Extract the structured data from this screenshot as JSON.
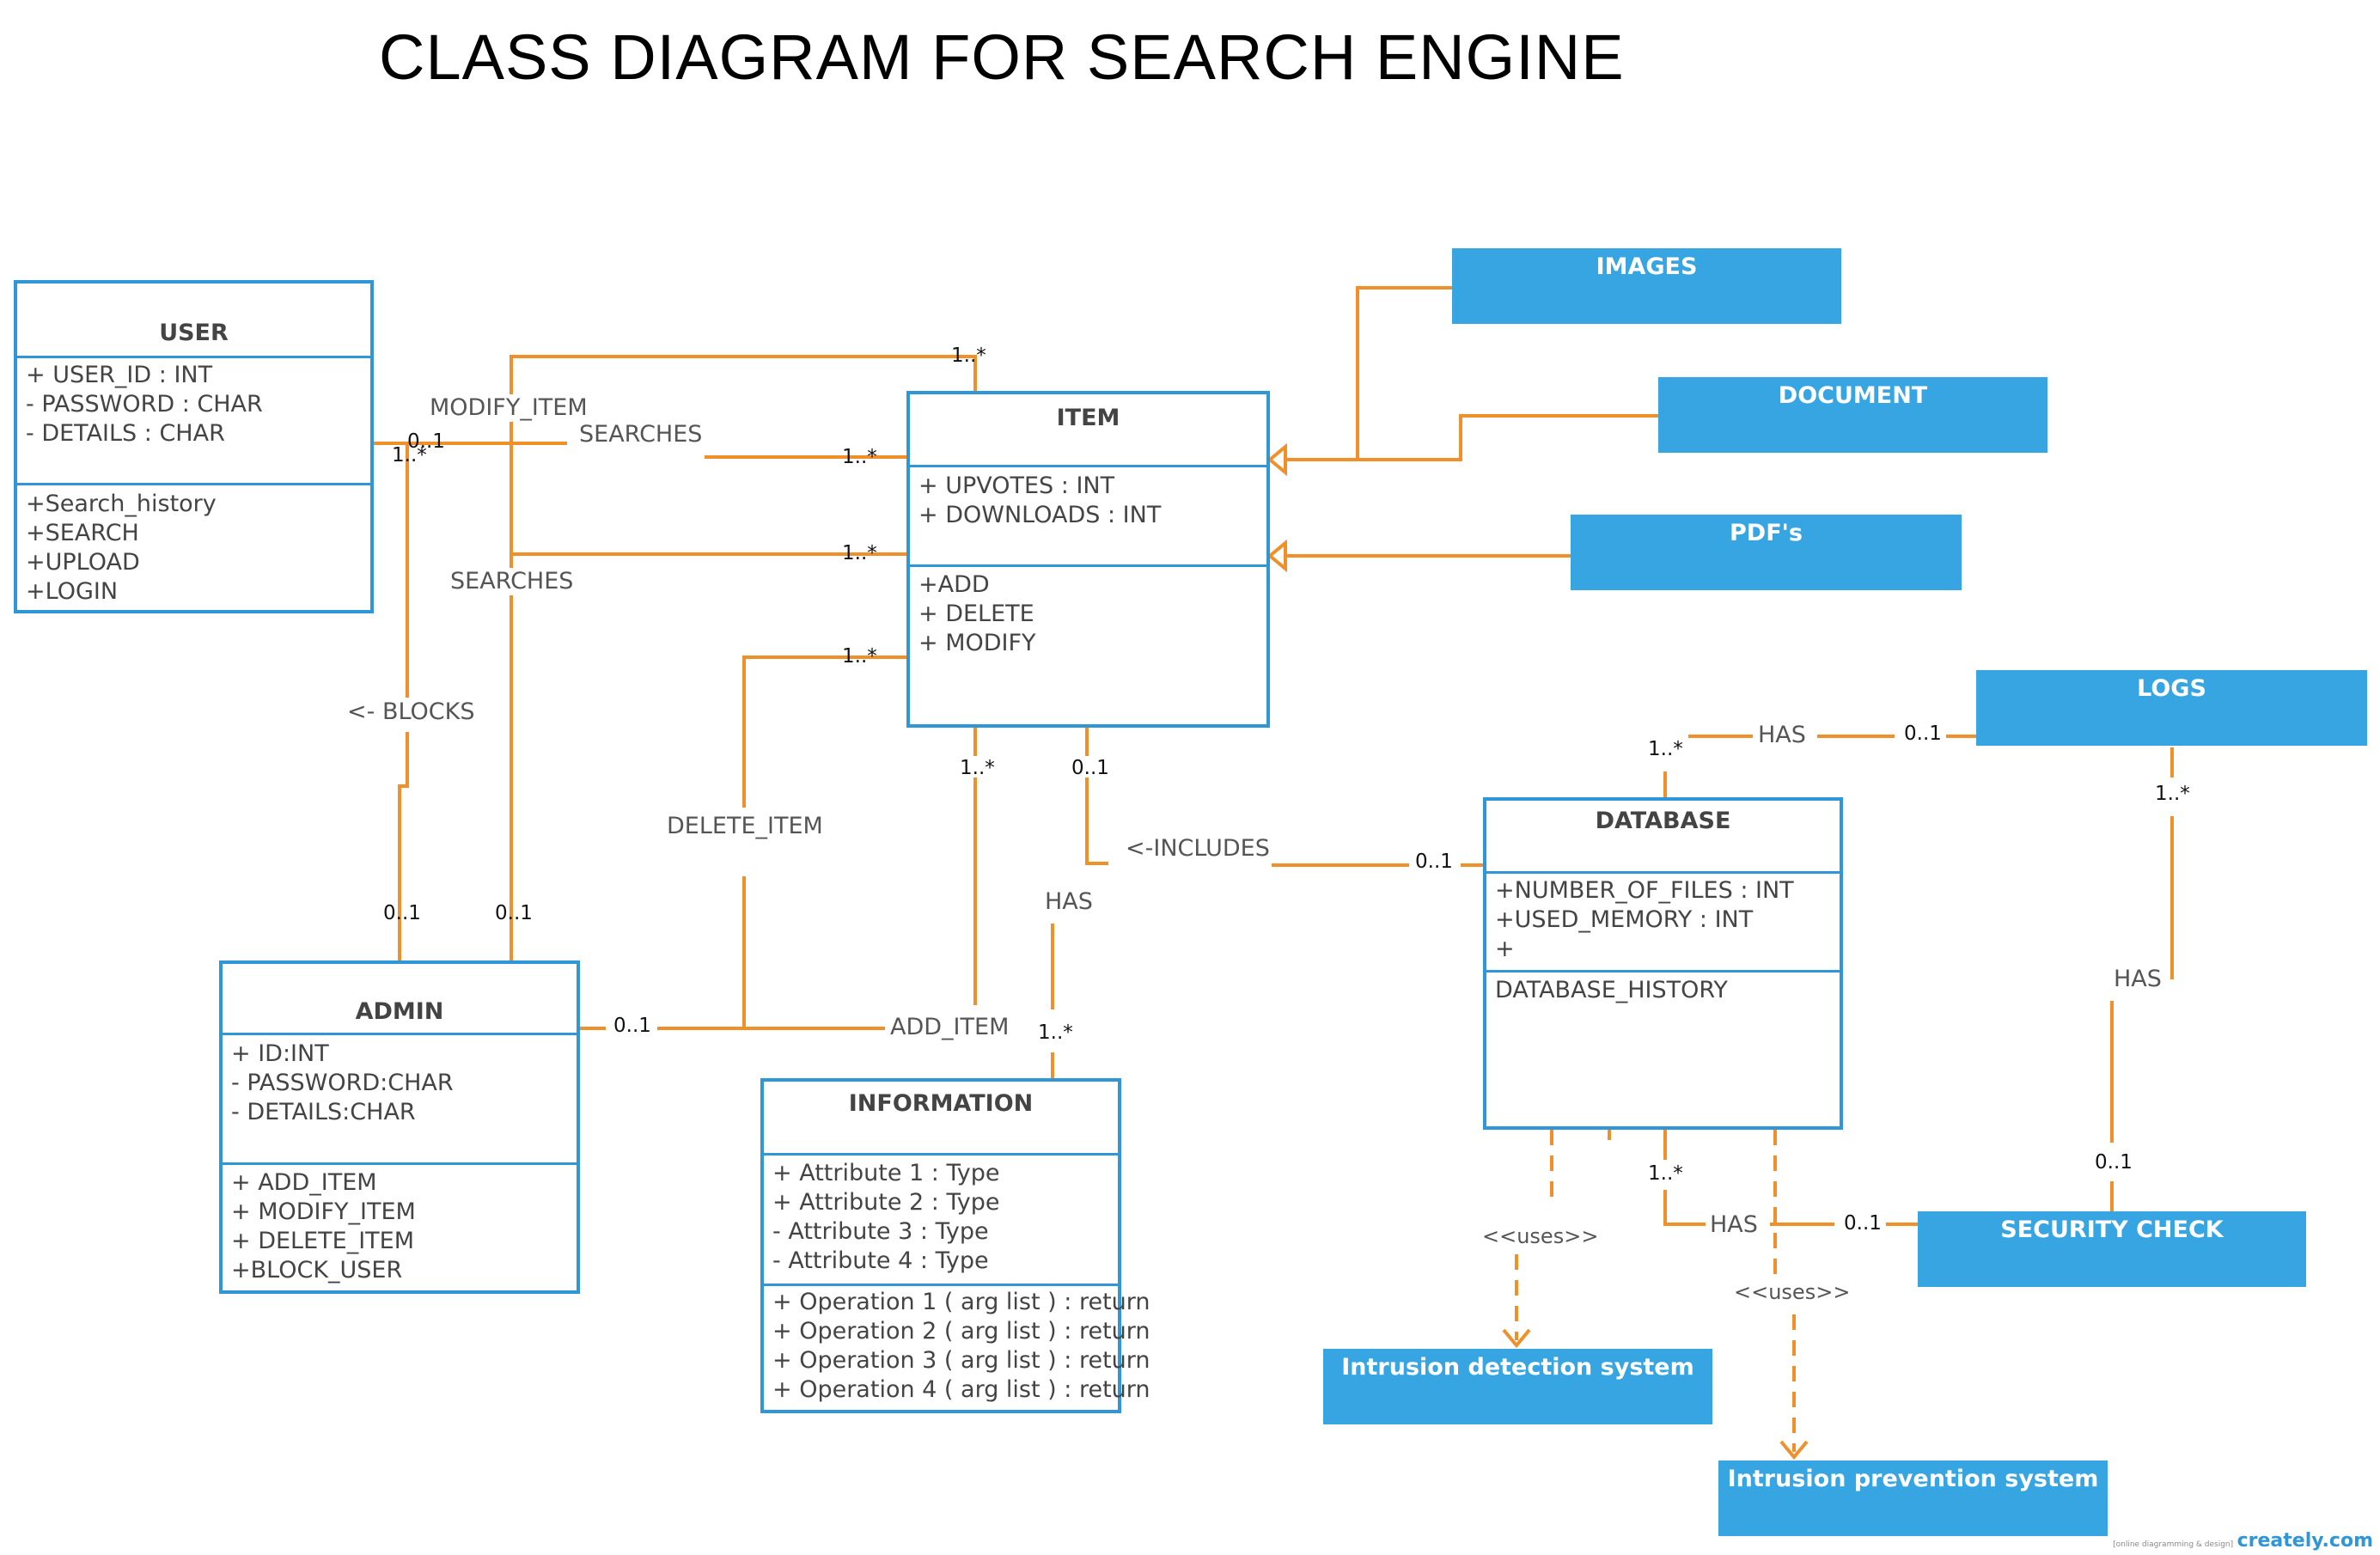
{
  "title": "CLASS DIAGRAM FOR SEARCH ENGINE",
  "colors": {
    "class_border": "#2f96d8",
    "box_fill": "#36a5e1",
    "connector": "#f0902a",
    "text": "#444444"
  },
  "classes": {
    "user": {
      "name": "USER",
      "attributes": [
        "+ USER_ID : INT",
        "- PASSWORD : CHAR",
        "- DETAILS : CHAR"
      ],
      "operations": [
        "+Search_history",
        "+SEARCH",
        "+UPLOAD",
        "+LOGIN"
      ]
    },
    "item": {
      "name": "ITEM",
      "attributes": [
        "+ UPVOTES : INT",
        "+ DOWNLOADS : INT"
      ],
      "operations": [
        "+ADD",
        "+ DELETE",
        "+ MODIFY"
      ]
    },
    "admin": {
      "name": "ADMIN",
      "attributes": [
        "+ ID:INT",
        "- PASSWORD:CHAR",
        "- DETAILS:CHAR"
      ],
      "operations": [
        "+ ADD_ITEM",
        "+ MODIFY_ITEM",
        "+ DELETE_ITEM",
        "+BLOCK_USER"
      ]
    },
    "information": {
      "name": "INFORMATION",
      "attributes": [
        "+ Attribute 1 : Type",
        "+ Attribute 2 : Type",
        "- Attribute 3 : Type",
        "- Attribute 4 : Type"
      ],
      "operations": [
        "+ Operation 1 ( arg list ) : return",
        "+ Operation 2 ( arg list ) : return",
        "+ Operation 3 ( arg list ) : return",
        "+ Operation 4 ( arg list ) : return"
      ]
    },
    "database": {
      "name": "DATABASE",
      "attributes": [
        "+NUMBER_OF_FILES : INT",
        "+USED_MEMORY : INT",
        "+"
      ],
      "operations": [
        "DATABASE_HISTORY"
      ]
    }
  },
  "boxes": {
    "images": "IMAGES",
    "document": "DOCUMENT",
    "pdfs": "PDF's",
    "logs": "LOGS",
    "security_check": "SECURITY CHECK",
    "intrusion_detection": "Intrusion detection system",
    "intrusion_prevention": "Intrusion prevention system"
  },
  "labels": {
    "modify_item": "MODIFY_ITEM",
    "searches_top": "SEARCHES",
    "searches_left": "SEARCHES",
    "blocks": "<- BLOCKS",
    "delete_item": "DELETE_ITEM",
    "add_item": "ADD_ITEM",
    "has_info": "HAS",
    "includes": "<-INCLUDES",
    "has_logs": "HAS",
    "has_security_v": "HAS",
    "has_security_h": "HAS",
    "uses_1": "<<uses>>",
    "uses_2": "<<uses>>"
  },
  "multiplicities": {
    "m1": "1..*",
    "m2": "0..1",
    "m3": "1..*",
    "m4": "1..*",
    "m5": "1..*",
    "m6": "1..*",
    "m7": "0..1",
    "m8": "0..1",
    "m9": "0..1",
    "m10": "1..*",
    "m11": "0..1",
    "m12": "1..*",
    "m13": "0..1",
    "m14": "1..*",
    "m15": "0..1",
    "m16": "1..*",
    "m17": "0..1",
    "m18": "1..*",
    "m19": "0..1"
  },
  "branding": {
    "tagline": "[online diagramming & design]",
    "logo": "creately.com"
  }
}
